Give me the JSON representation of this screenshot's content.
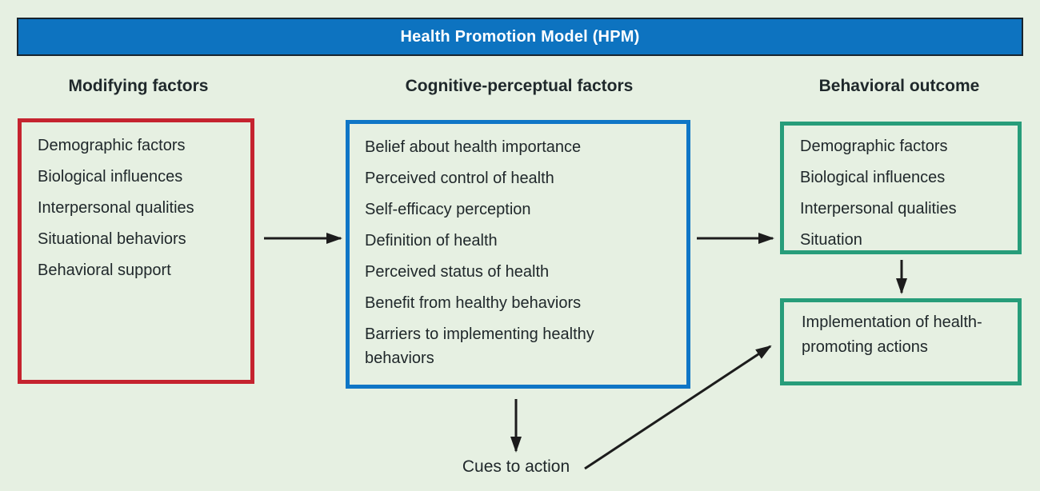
{
  "title": "Health Promotion Model (HPM)",
  "column_headers": {
    "modifying": "Modifying factors",
    "cognitive": "Cognitive-perceptual factors",
    "behavioral": "Behavioral outcome"
  },
  "boxes": {
    "modifying_factors": {
      "border_color": "#c5232f",
      "items": [
        "Demographic factors",
        "Biological influences",
        "Interpersonal qualities",
        "Situational behaviors",
        "Behavioral support"
      ]
    },
    "cognitive_perceptual": {
      "border_color": "#0f76c6",
      "items": [
        "Belief about health importance",
        "Perceived control of health",
        "Self-efficacy perception",
        "Definition of health",
        "Perceived status of health",
        "Benefit from healthy behaviors",
        "Barriers to implementing healthy behaviors"
      ]
    },
    "behavioral_outcome": {
      "border_color": "#279d7a",
      "items": [
        "Demographic factors",
        "Biological influences",
        "Interpersonal qualities",
        "Situation"
      ]
    },
    "implementation": {
      "border_color": "#279d7a",
      "text": "Implementation of health-promoting actions"
    }
  },
  "labels": {
    "cues_to_action": "Cues to action"
  },
  "colors": {
    "background": "#e6f0e2",
    "header_background": "#0d73c0",
    "header_border": "#18242e",
    "header_text": "#ffffff",
    "body_text": "#20282b",
    "arrow": "#1c1c1c"
  }
}
